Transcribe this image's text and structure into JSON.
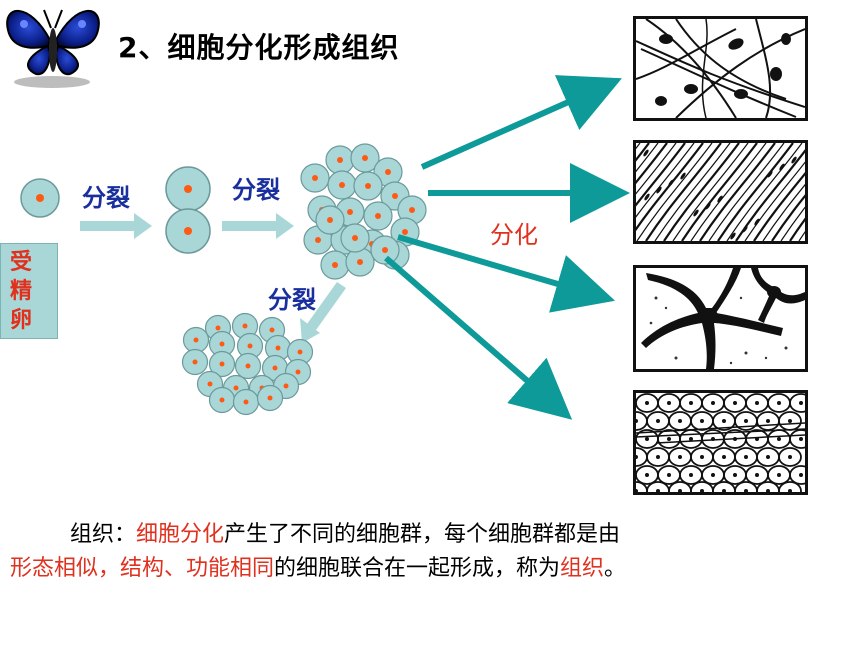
{
  "title": "2、细胞分化形成组织",
  "labels": {
    "division_1": "分裂",
    "division_2": "分裂",
    "division_3": "分裂",
    "differentiation": "分化",
    "fertilized_egg": [
      "受",
      "精",
      "卵"
    ]
  },
  "description": {
    "term": "组织：",
    "part1_red": "细胞分化",
    "part2": "产生了不同的细胞群，每个细胞群都是由",
    "part3_red": "形态相似，结构、功能相同",
    "part4": "的细胞联合在一起形成，称为",
    "part5_red": "组织",
    "part6": "。"
  },
  "icons": {
    "corner": "butterfly-icon"
  },
  "colors": {
    "cell_fill": "#a9d7d7",
    "nucleus": "#ff5a14",
    "arrow_light": "#a9d7d7",
    "arrow_teal": "#0d9a98",
    "label_blue": "#1a2f9e",
    "accent_red": "#e0301e"
  }
}
